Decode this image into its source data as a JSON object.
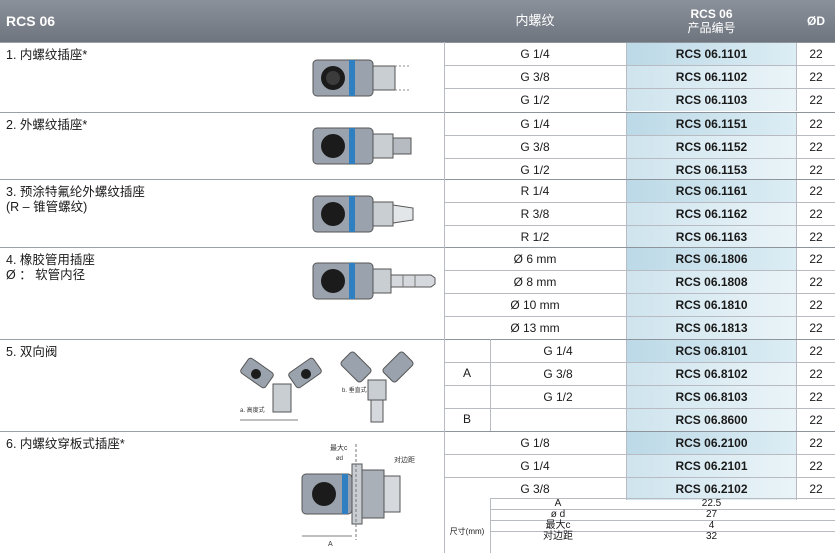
{
  "header": {
    "title": "RCS 06",
    "thread_col": "内螺纹",
    "code_col_line1": "RCS 06",
    "code_col_line2": "产品编号",
    "od_col": "ØD"
  },
  "groups": [
    {
      "label": "1. 内螺纹插座*",
      "rows": [
        {
          "thread": "G 1/4",
          "code": "RCS 06.1101",
          "od": "22"
        },
        {
          "thread": "G 3/8",
          "code": "RCS 06.1102",
          "od": "22"
        },
        {
          "thread": "G 1/2",
          "code": "RCS 06.1103",
          "od": "22"
        }
      ]
    },
    {
      "label": "2. 外螺纹插座*",
      "rows": [
        {
          "thread": "G 1/4",
          "code": "RCS 06.1151",
          "od": "22"
        },
        {
          "thread": "G 3/8",
          "code": "RCS 06.1152",
          "od": "22"
        },
        {
          "thread": "G 1/2",
          "code": "RCS 06.1153",
          "od": "22"
        }
      ]
    },
    {
      "label": "3. 预涂特氟纶外螺纹插座",
      "sublabel": "(R – 锥管螺纹)",
      "rows": [
        {
          "thread": "R 1/4",
          "code": "RCS 06.1161",
          "od": "22"
        },
        {
          "thread": "R 3/8",
          "code": "RCS 06.1162",
          "od": "22"
        },
        {
          "thread": "R 1/2",
          "code": "RCS 06.1163",
          "od": "22"
        }
      ]
    },
    {
      "label": "4. 橡胶管用插座",
      "sublabel": "Ø ： 软管内径",
      "rows": [
        {
          "thread": "Ø 6 mm",
          "code": "RCS 06.1806",
          "od": "22"
        },
        {
          "thread": "Ø 8 mm",
          "code": "RCS 06.1808",
          "od": "22"
        },
        {
          "thread": "Ø 10 mm",
          "code": "RCS 06.1810",
          "od": "22"
        },
        {
          "thread": "Ø 13 mm",
          "code": "RCS 06.1813",
          "od": "22"
        }
      ]
    },
    {
      "label": "5. 双向阀",
      "variant_a": "A",
      "variant_b": "B",
      "rows": [
        {
          "thread": "G 1/4",
          "code": "RCS 06.8101",
          "od": "22"
        },
        {
          "thread": "G 3/8",
          "code": "RCS 06.8102",
          "od": "22"
        },
        {
          "thread": "G 1/2",
          "code": "RCS 06.8103",
          "od": "22"
        },
        {
          "thread": "",
          "code": "RCS 06.8600",
          "od": "22"
        }
      ],
      "img_label_a": "a. 高度式",
      "img_label_b": "b. 垂直式"
    },
    {
      "label": "6. 内螺纹穿板式插座*",
      "rows": [
        {
          "thread": "G 1/8",
          "code": "RCS 06.2100",
          "od": "22"
        },
        {
          "thread": "G 1/4",
          "code": "RCS 06.2101",
          "od": "22"
        },
        {
          "thread": "G 3/8",
          "code": "RCS 06.2102",
          "od": "22"
        }
      ],
      "img_label_max": "最大c",
      "img_label_flat": "对边距",
      "img_label_od": "ød",
      "img_label_a": "A"
    }
  ],
  "dimensions": {
    "label": "尺寸(mm)",
    "rows": [
      {
        "name": "A",
        "value": "22.5"
      },
      {
        "name": "ø d",
        "value": "27"
      },
      {
        "name": "最大c",
        "value": "4"
      },
      {
        "name": "对边距",
        "value": "32"
      }
    ]
  }
}
